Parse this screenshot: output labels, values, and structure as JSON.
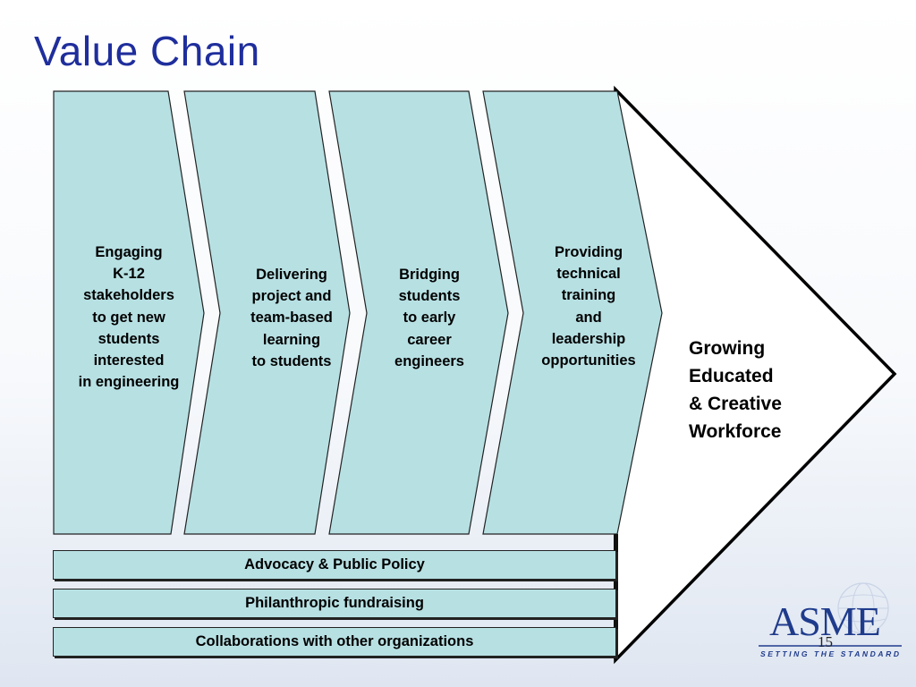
{
  "slide": {
    "title": "Value Chain",
    "page_number": "15"
  },
  "stages": [
    {
      "text": "Engaging\nK-12\nstakeholders\nto get new\nstudents\ninterested\nin engineering"
    },
    {
      "text": "Delivering\nproject and\nteam-based\nlearning\nto students"
    },
    {
      "text": "Bridging\nstudents\nto early\ncareer\nengineers"
    },
    {
      "text": "Providing\ntechnical\ntraining\nand\nleadership\nopportunities"
    }
  ],
  "outcome": {
    "text": "Growing\nEducated\n& Creative\nWorkforce"
  },
  "supports": [
    {
      "label": "Advocacy & Public Policy"
    },
    {
      "label": "Philanthropic fundraising"
    },
    {
      "label": "Collaborations with other organizations"
    }
  ],
  "logo": {
    "word": "ASME",
    "tagline": "SETTING THE STANDARD"
  },
  "colors": {
    "title": "#1f2e9c",
    "chevron_fill": "#b7e0e3",
    "outline": "#000000",
    "logo": "#1f3b8c"
  }
}
